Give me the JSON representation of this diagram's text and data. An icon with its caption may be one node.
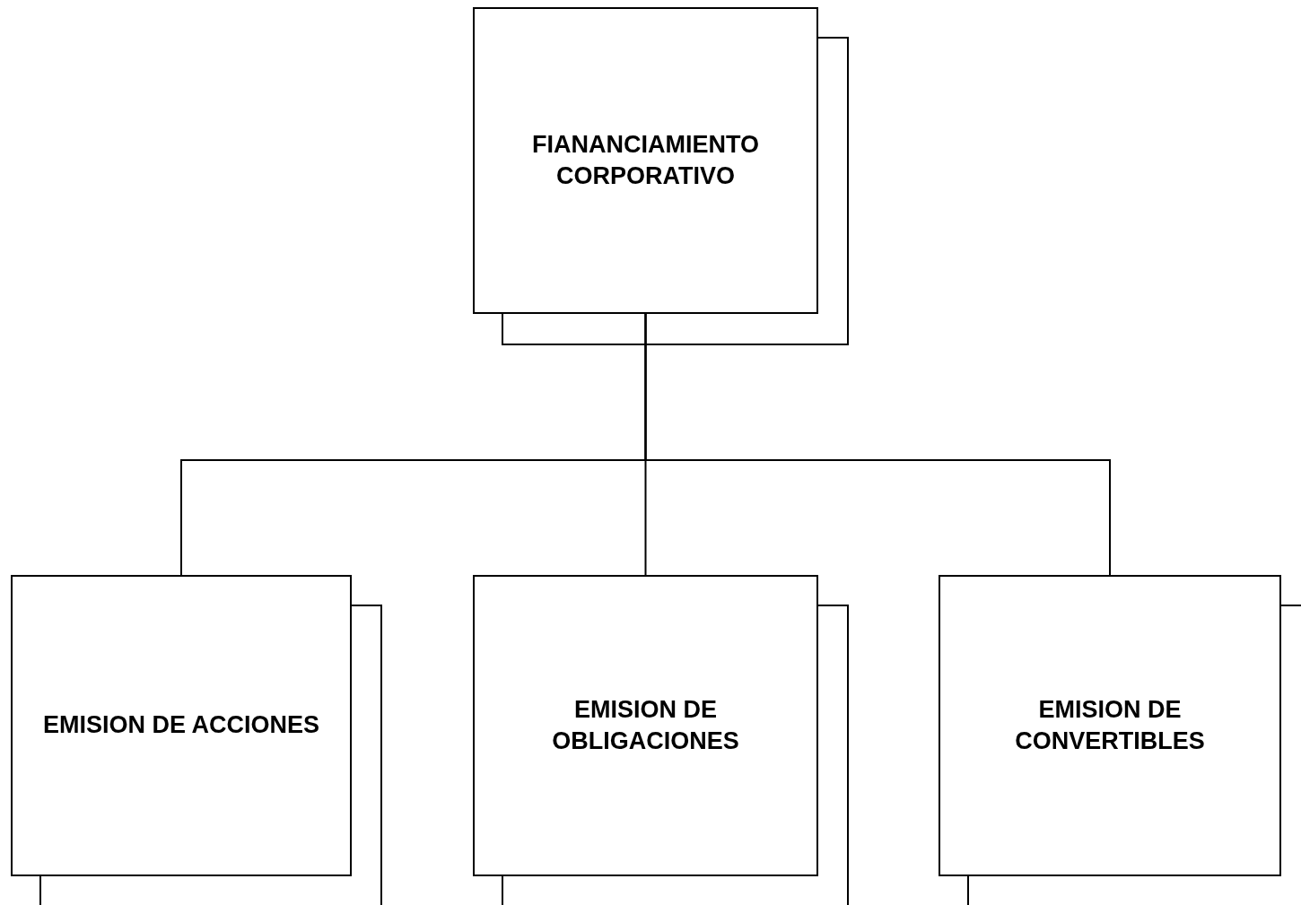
{
  "diagram": {
    "nodes": [
      {
        "text": [
          "FIANANCIAMIENTO CORPORATIVO"
        ]
      },
      {
        "text": [
          "EMISION DE ACCIONES"
        ]
      },
      {
        "text": [
          "EMISION DE OBLIGACIONES"
        ]
      },
      {
        "text": [
          "EMISION DE CONVERTIBLES"
        ]
      }
    ],
    "edges": [
      {
        "from": 0,
        "to": 1,
        "arrow": "none"
      },
      {
        "from": 0,
        "to": 2,
        "arrow": "none"
      },
      {
        "from": 0,
        "to": 3,
        "arrow": "none"
      }
    ]
  }
}
